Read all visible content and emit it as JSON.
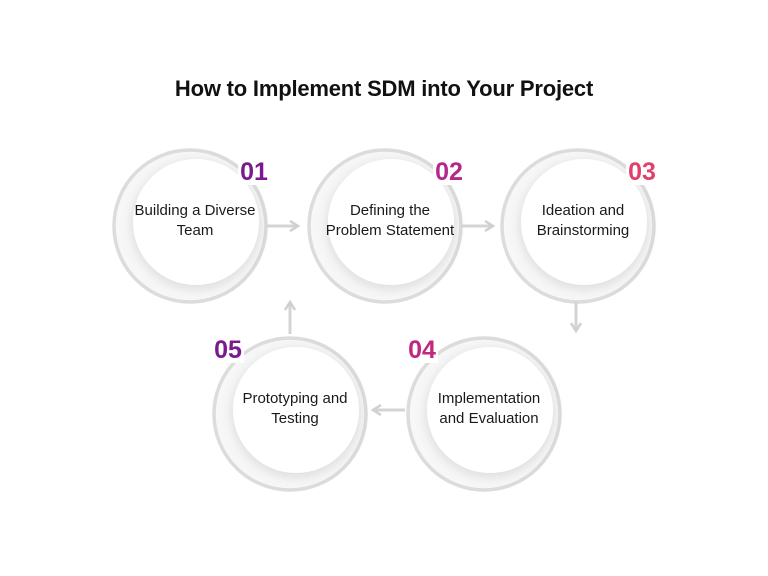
{
  "title": "How to Implement SDM into Your Project",
  "steps": [
    {
      "number": "01",
      "label": "Building a Diverse Team",
      "color": "#7a1a8c"
    },
    {
      "number": "02",
      "label": "Defining the Problem Statement",
      "color": "#b4288c"
    },
    {
      "number": "03",
      "label": "Ideation and Brainstorming",
      "color": "#e0416a"
    },
    {
      "number": "04",
      "label": "Implementation and Evaluation",
      "color": "#c0287e"
    },
    {
      "number": "05",
      "label": "Prototyping and Testing",
      "color": "#7a1a8c"
    }
  ],
  "colors": {
    "ring": "#dcdcdc",
    "arrow": "#d0d0d0"
  }
}
